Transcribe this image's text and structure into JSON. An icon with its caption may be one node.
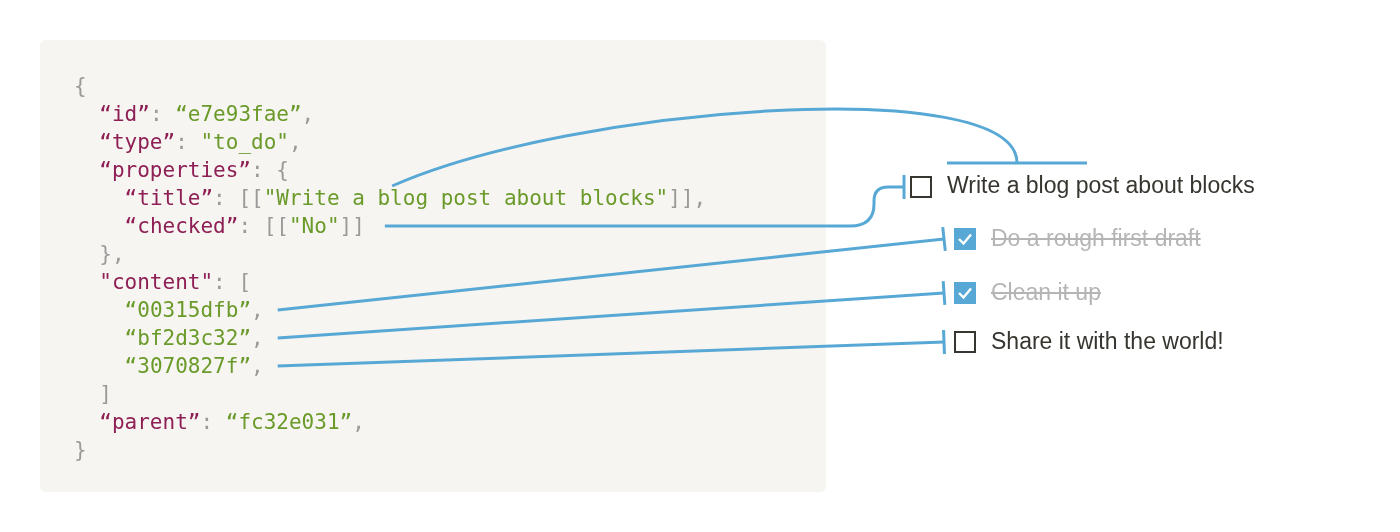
{
  "diagram": {
    "nodes": [
      {
        "text": [],
        "shape": "box"
      },
      {
        "text": [
          "{"
        ],
        "in": 0
      },
      {
        "text": [
          "“id”: “e7e93fae”,"
        ],
        "in": 0
      },
      {
        "text": [
          "“type”: \"to_do\","
        ],
        "in": 0
      },
      {
        "text": [
          "“properties”: {"
        ],
        "in": 0
      },
      {
        "text": [
          "“title”: [[\"Write a blog post about blocks\"]],"
        ],
        "in": 0
      },
      {
        "text": [
          "“checked”: [[\"No\"]]"
        ],
        "in": 0
      },
      {
        "text": [
          "},"
        ],
        "in": 0
      },
      {
        "text": [
          "\"content\": ["
        ],
        "in": 0
      },
      {
        "text": [
          "“00315dfb”,"
        ],
        "in": 0
      },
      {
        "text": [
          "“bf2d3c32”,"
        ],
        "in": 0
      },
      {
        "text": [
          "“3070827f”,"
        ],
        "in": 0
      },
      {
        "text": [
          "]"
        ],
        "in": 0
      },
      {
        "text": [
          "“parent”: “fc32e031”,"
        ],
        "in": 0
      },
      {
        "text": [
          "}"
        ],
        "in": 0
      },
      {
        "text": [],
        "shape": "box"
      },
      {
        "text": [
          "Write a blog post about blocks"
        ]
      },
      {
        "text": [],
        "shape": "checkmark"
      },
      {
        "text": [
          "Do a rough first draft"
        ]
      },
      {
        "text": [],
        "shape": "checkmark"
      },
      {
        "text": [
          "Clean it up"
        ]
      },
      {
        "text": [],
        "shape": "box"
      },
      {
        "text": [
          "Share it with the world!"
        ]
      }
    ],
    "edges": [
      {
        "from": 5,
        "to": 16,
        "arrow": "other"
      },
      {
        "from": 6,
        "to": 15,
        "arrow": "other"
      },
      {
        "from": 9,
        "to": 17,
        "arrow": "other"
      },
      {
        "from": 10,
        "to": 19,
        "arrow": "other"
      },
      {
        "from": 11,
        "to": 21,
        "arrow": "other"
      }
    ]
  }
}
